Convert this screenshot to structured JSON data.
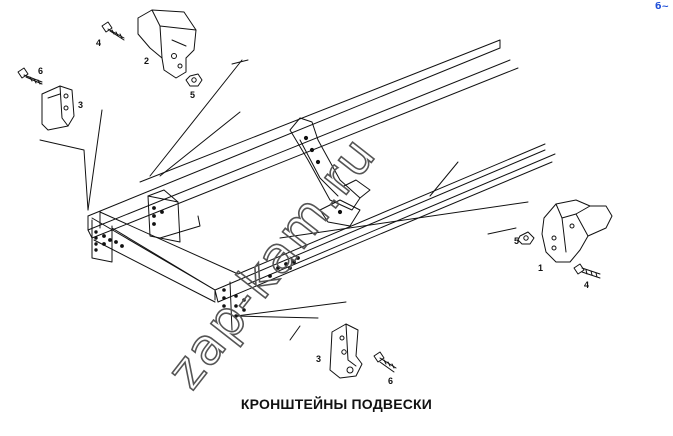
{
  "caption": "КРОНШТЕЙНЫ ПОДВЕСКИ",
  "watermark": "zap-kam.ru",
  "corner_mark": "б~",
  "callouts": {
    "top_bolt": "4",
    "top_bracket": "2",
    "top_nut": "5",
    "left_bolt": "6",
    "left_bracket": "3",
    "right_nut": "5",
    "right_bracket": "1",
    "right_bolt": "4",
    "bottom_bracket": "3",
    "bottom_bolt": "6"
  }
}
